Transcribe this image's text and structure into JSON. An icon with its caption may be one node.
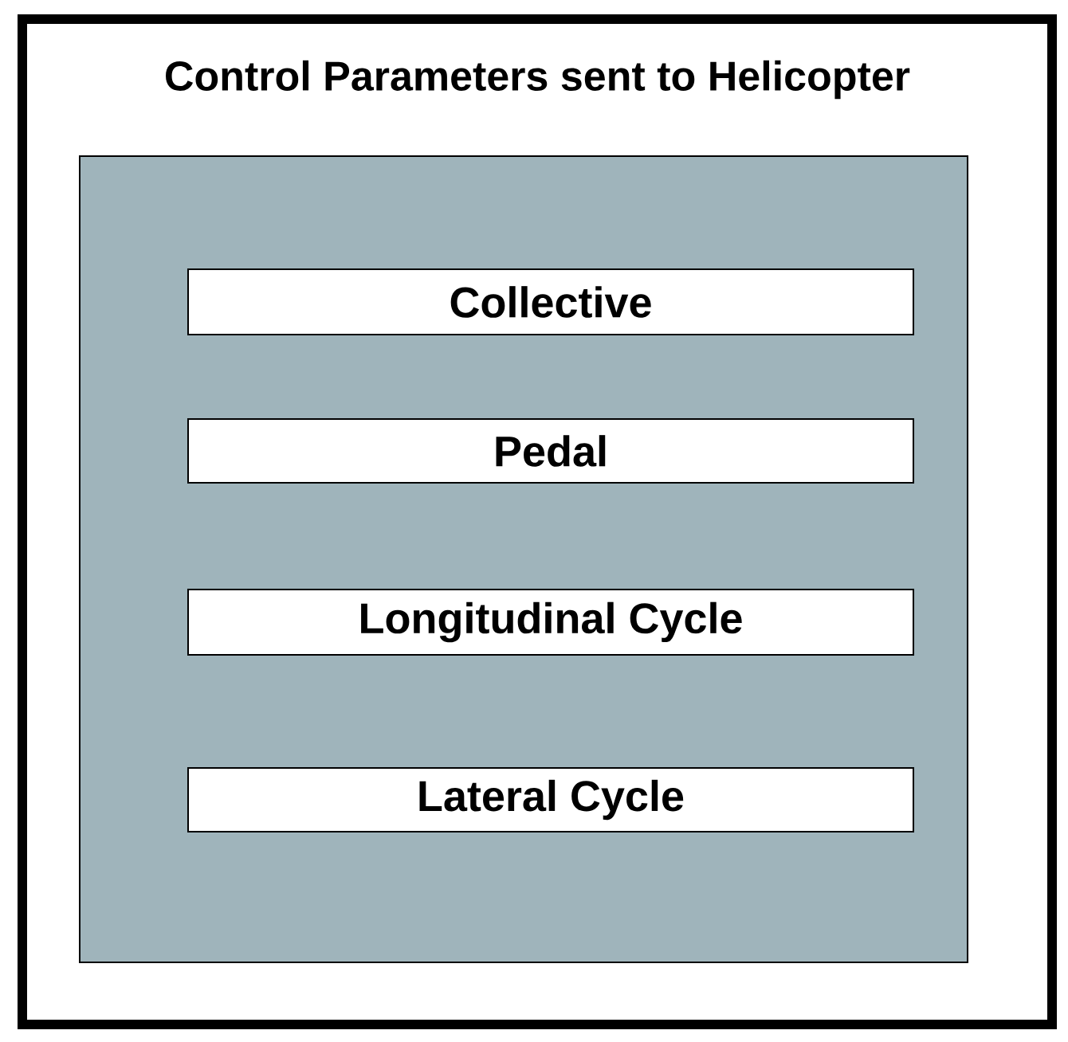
{
  "diagram": {
    "nodes": [
      {
        "text": [
          "Control Parameters sent to Helicopter"
        ]
      },
      {
        "text": [],
        "shape": "box",
        "in": 0
      },
      {
        "text": [
          "Collective"
        ],
        "in": 1
      },
      {
        "text": [
          "Pedal"
        ],
        "in": 1
      },
      {
        "text": [
          "Longitudinal Cycle"
        ],
        "in": 1
      },
      {
        "text": [
          "Lateral Cycle"
        ],
        "in": 1
      }
    ]
  }
}
